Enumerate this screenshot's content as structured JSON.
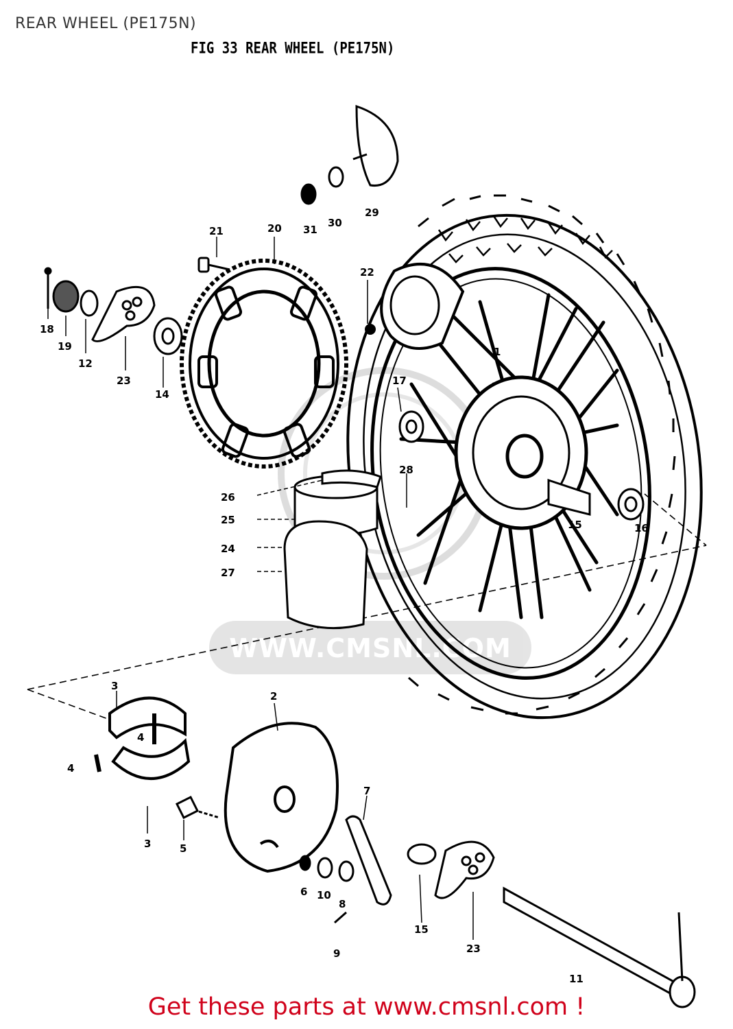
{
  "header": {
    "title": "REAR WHEEL (PE175N)",
    "figure_title": "FIG 33  REAR WHEEL  (PE175N)"
  },
  "watermark": {
    "text": "WWW.CMSNL.COM"
  },
  "callouts": [
    {
      "id": "c1",
      "label": "1"
    },
    {
      "id": "c2",
      "label": "2"
    },
    {
      "id": "c3a",
      "label": "3"
    },
    {
      "id": "c3b",
      "label": "3"
    },
    {
      "id": "c4a",
      "label": "4"
    },
    {
      "id": "c4b",
      "label": "4"
    },
    {
      "id": "c5",
      "label": "5"
    },
    {
      "id": "c6",
      "label": "6"
    },
    {
      "id": "c7",
      "label": "7"
    },
    {
      "id": "c8",
      "label": "8"
    },
    {
      "id": "c9",
      "label": "9"
    },
    {
      "id": "c10",
      "label": "10"
    },
    {
      "id": "c11",
      "label": "11"
    },
    {
      "id": "c12",
      "label": "12"
    },
    {
      "id": "c14",
      "label": "14"
    },
    {
      "id": "c15a",
      "label": "15"
    },
    {
      "id": "c15b",
      "label": "15"
    },
    {
      "id": "c16",
      "label": "16"
    },
    {
      "id": "c17",
      "label": "17"
    },
    {
      "id": "c18",
      "label": "18"
    },
    {
      "id": "c19",
      "label": "19"
    },
    {
      "id": "c20",
      "label": "20"
    },
    {
      "id": "c21",
      "label": "21"
    },
    {
      "id": "c22",
      "label": "22"
    },
    {
      "id": "c23a",
      "label": "23"
    },
    {
      "id": "c23b",
      "label": "23"
    },
    {
      "id": "c24",
      "label": "24"
    },
    {
      "id": "c25",
      "label": "25"
    },
    {
      "id": "c26",
      "label": "26"
    },
    {
      "id": "c27",
      "label": "27"
    },
    {
      "id": "c28",
      "label": "28"
    },
    {
      "id": "c29",
      "label": "29"
    },
    {
      "id": "c30",
      "label": "30"
    },
    {
      "id": "c31",
      "label": "31"
    }
  ],
  "footer": {
    "cta": "Get these parts at www.cmsnl.com !"
  }
}
